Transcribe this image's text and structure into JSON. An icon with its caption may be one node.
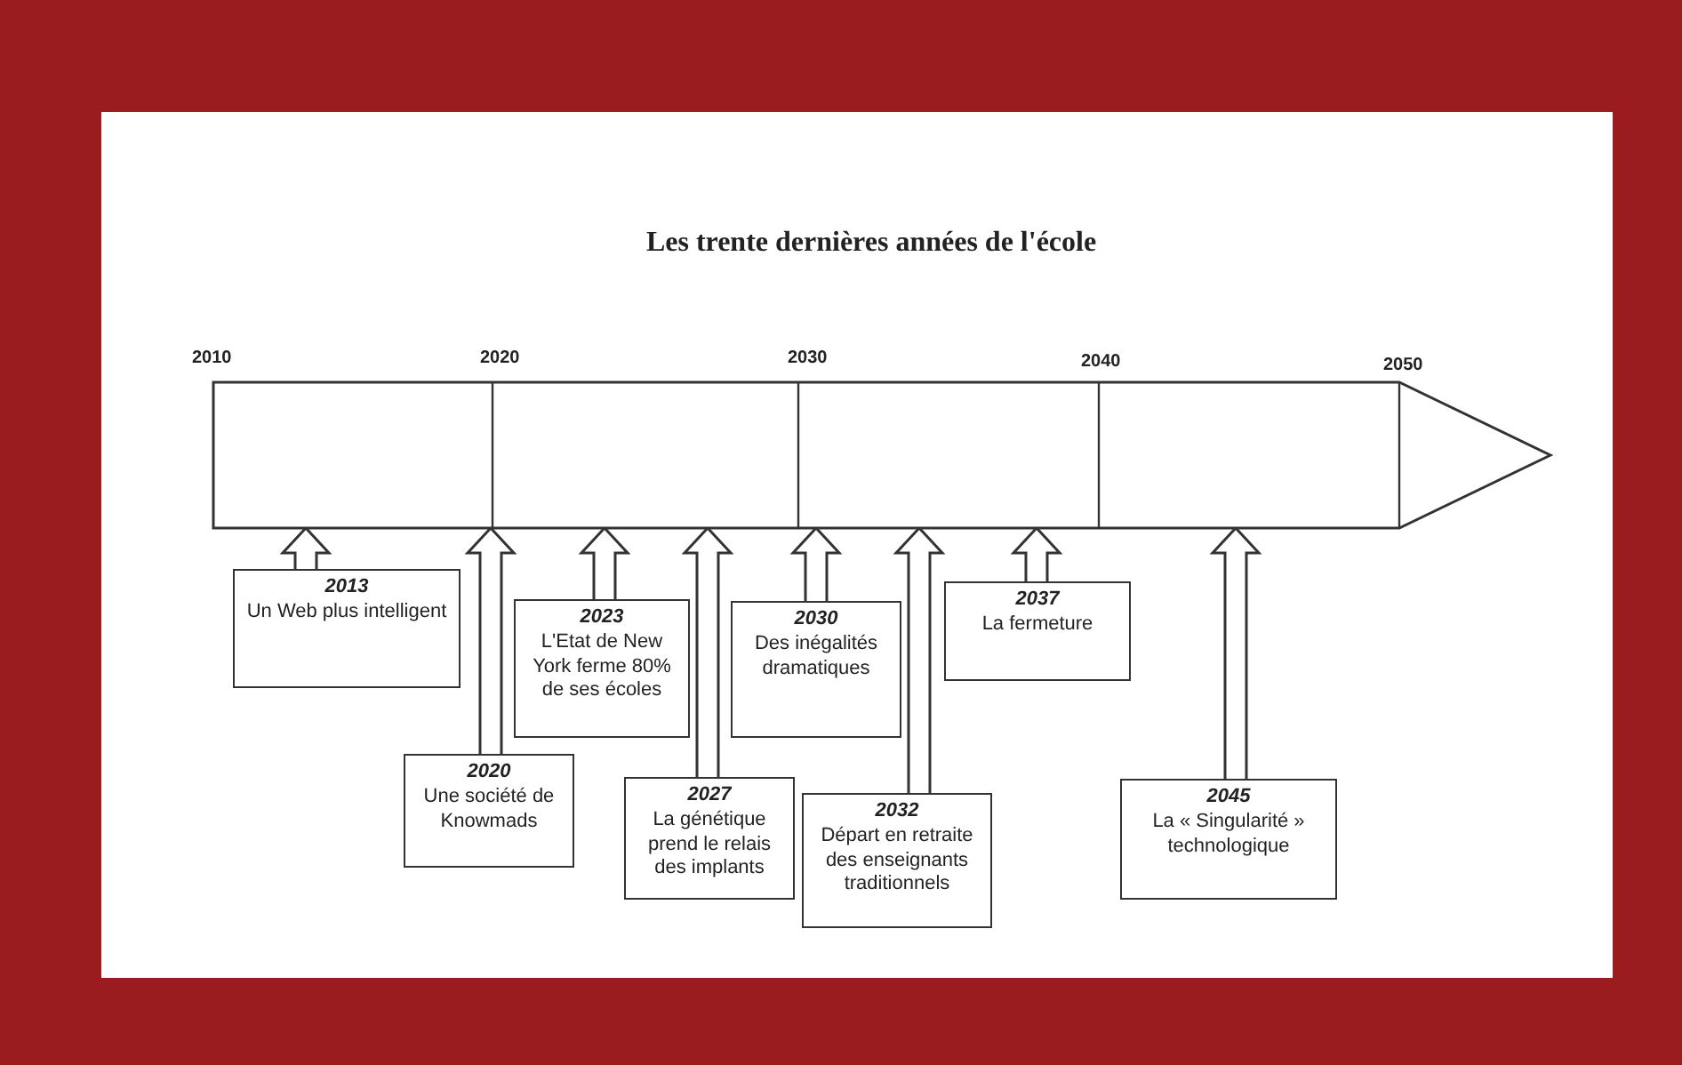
{
  "diagram": {
    "title": "Les trente dernières années de l'école",
    "nodes": [
      {
        "text": [],
        "shape": "arrow"
      },
      {
        "text": [
          "2013",
          "Un Web plus intelligent"
        ]
      },
      {
        "text": [
          "2020",
          "Une société de Knowmads"
        ]
      },
      {
        "text": [
          "2023",
          "L'Etat de New York ferme 80% de ses écoles"
        ]
      },
      {
        "text": [
          "2027",
          "La génétique prend le relais des implants"
        ]
      },
      {
        "text": [
          "2030",
          "Des inégalités dramatiques"
        ]
      },
      {
        "text": [
          "2032",
          "Départ en retraite des enseignants traditionnels"
        ]
      },
      {
        "text": [
          "2037",
          "La fermeture"
        ]
      },
      {
        "text": [
          "2045",
          "La « Singularité » technologique"
        ]
      }
    ],
    "edges": [
      {
        "from": 1,
        "to": 0,
        "arrow": "to"
      },
      {
        "from": 2,
        "to": 0,
        "arrow": "to"
      },
      {
        "from": 3,
        "to": 0,
        "arrow": "to"
      },
      {
        "from": 4,
        "to": 0,
        "arrow": "to"
      },
      {
        "from": 5,
        "to": 0,
        "arrow": "to"
      },
      {
        "from": 6,
        "to": 0,
        "arrow": "to"
      },
      {
        "from": 7,
        "to": 0,
        "arrow": "to"
      },
      {
        "from": 8,
        "to": 0,
        "arrow": "to"
      }
    ],
    "labels": [
      "2010",
      "2020",
      "2030",
      "2040",
      "2050"
    ]
  }
}
